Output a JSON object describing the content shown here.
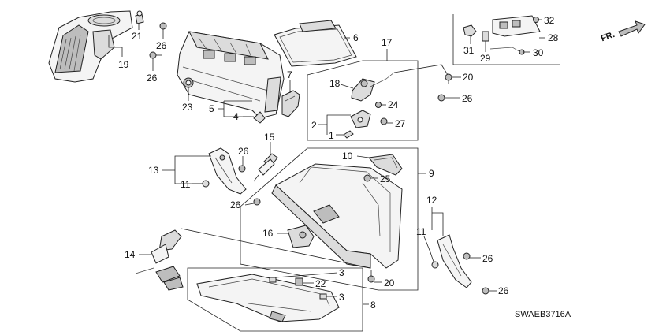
{
  "diagram_code": "SWAEB3716A",
  "orientation_label": "FR.",
  "callouts": {
    "c1": "1",
    "c2": "2",
    "c3a": "3",
    "c3b": "3",
    "c4": "4",
    "c5": "5",
    "c6": "6",
    "c7": "7",
    "c8": "8",
    "c9": "9",
    "c10": "10",
    "c11a": "11",
    "c11b": "11",
    "c12": "12",
    "c13": "13",
    "c14": "14",
    "c15": "15",
    "c16": "16",
    "c17": "17",
    "c18": "18",
    "c19": "19",
    "c20a": "20",
    "c20b": "20",
    "c21": "21",
    "c22": "22",
    "c23": "23",
    "c24": "24",
    "c25": "25",
    "c26a": "26",
    "c26b": "26",
    "c26c": "26",
    "c26d": "26",
    "c26e": "26",
    "c26f": "26",
    "c26g": "26",
    "c27": "27",
    "c28": "28",
    "c29": "29",
    "c30": "30",
    "c31": "31",
    "c32": "32"
  },
  "icons": {
    "orientation": "front-arrow-icon"
  }
}
